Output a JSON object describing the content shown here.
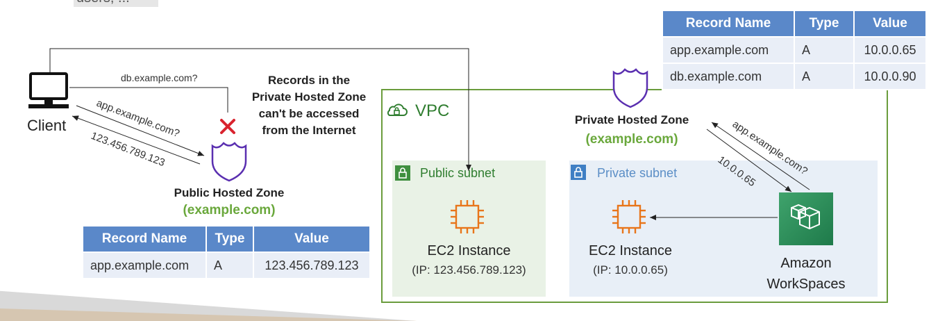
{
  "top_fragment": "users, ...",
  "client": {
    "label": "Client"
  },
  "queries": {
    "db_query": "db.example.com?",
    "app_query_left": "app.example.com?",
    "answer_left": "123.456.789.123",
    "app_query_right": "app.example.com?",
    "answer_right": "10.0.0.65"
  },
  "note": {
    "line1": "Records in the",
    "line2": "Private Hosted Zone",
    "line3": "can't be accessed",
    "line4": "from the Internet"
  },
  "public_zone": {
    "title": "Public Hosted Zone",
    "domain": "(example.com)",
    "table": {
      "headers": [
        "Record Name",
        "Type",
        "Value"
      ],
      "rows": [
        [
          "app.example.com",
          "A",
          "123.456.789.123"
        ]
      ]
    }
  },
  "private_zone": {
    "title": "Private Hosted Zone",
    "domain": "(example.com)",
    "table": {
      "headers": [
        "Record Name",
        "Type",
        "Value"
      ],
      "rows": [
        [
          "app.example.com",
          "A",
          "10.0.0.65"
        ],
        [
          "db.example.com",
          "A",
          "10.0.0.90"
        ]
      ]
    }
  },
  "vpc": {
    "label": "VPC"
  },
  "public_subnet": {
    "label": "Public subnet",
    "instance_label": "EC2 Instance",
    "instance_ip": "(IP: 123.456.789.123)"
  },
  "private_subnet": {
    "label": "Private subnet",
    "instance_label": "EC2 Instance",
    "instance_ip": "(IP: 10.0.0.65)"
  },
  "workspaces": {
    "line1": "Amazon",
    "line2": "WorkSpaces"
  },
  "colors": {
    "table_header": "#5a88c9",
    "table_cell": "#e9eef7",
    "vpc_border": "#6a9c3c",
    "shield": "#5a2fb0",
    "ec2": "#e8751a",
    "blocked": "#d9232e",
    "accent_green": "#6aa83c"
  }
}
